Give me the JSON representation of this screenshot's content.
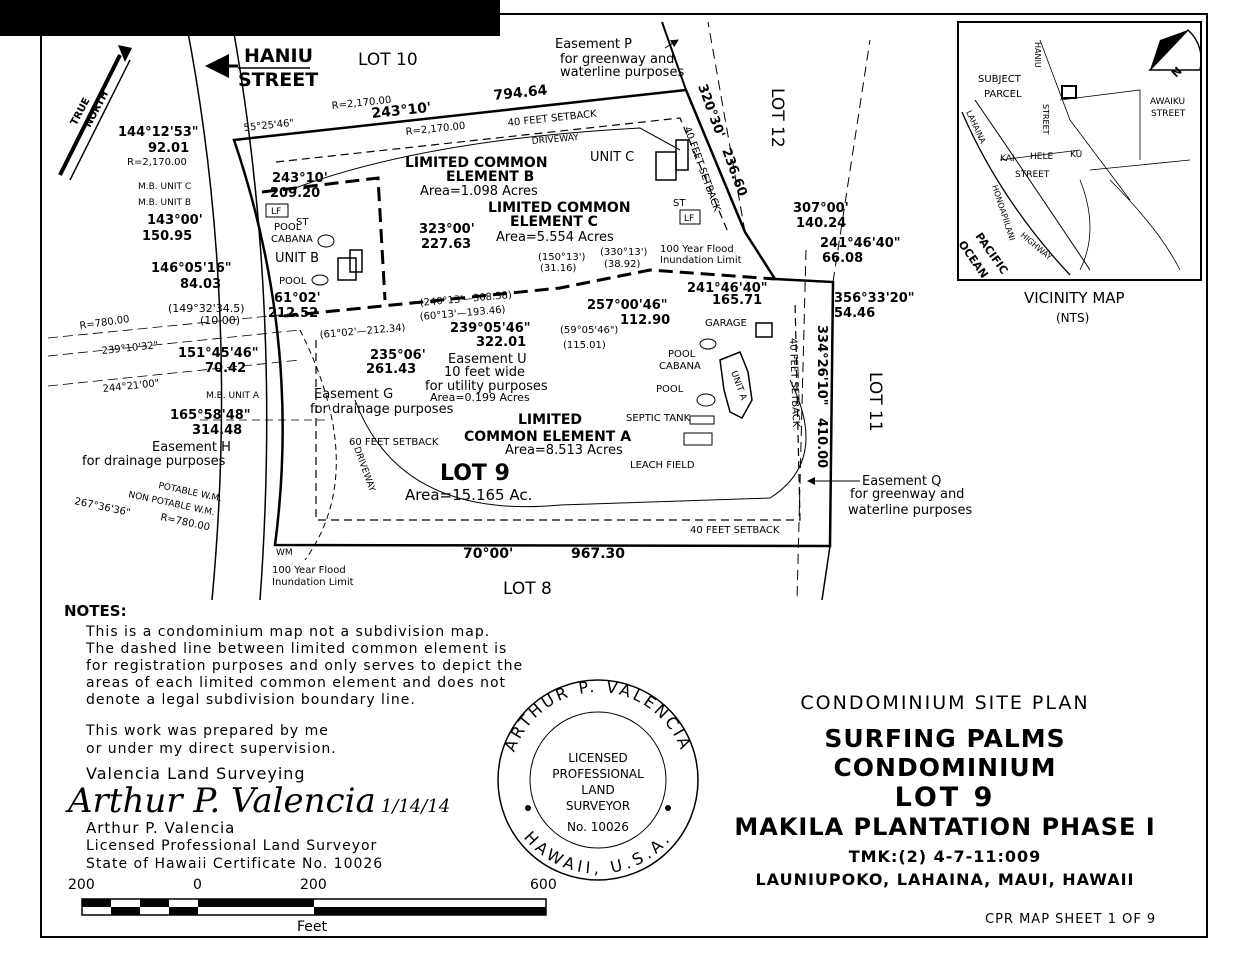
{
  "map": {
    "street": [
      "HANIU",
      "STREET"
    ],
    "north": [
      "TRUE",
      "NORTH"
    ],
    "lots": {
      "lot10": "LOT 10",
      "lot12": "LOT 12",
      "lot11": "LOT 11",
      "lot8": "LOT 8",
      "lot9": "LOT 9",
      "lot9_area": "Area=15.165 Ac."
    },
    "easement_p": [
      "Easement P",
      "for greenway and",
      "waterline purposes"
    ],
    "easement_q": [
      "Easement Q",
      "for greenway and",
      "waterline purposes"
    ],
    "easement_g": [
      "Easement G",
      "for drainage purposes"
    ],
    "easement_h": [
      "Easement H",
      "for drainage purposes"
    ],
    "easement_u": [
      "Easement U",
      "10 feet wide",
      "for utility purposes",
      "Area=0.199 Acres"
    ],
    "lce_a": [
      "LIMITED",
      "COMMON ELEMENT A",
      "Area=8.513 Acres"
    ],
    "lce_b": [
      "LIMITED COMMON",
      "ELEMENT B",
      "Area=1.098 Acres"
    ],
    "lce_c": [
      "LIMITED COMMON",
      "ELEMENT C",
      "Area=5.554 Acres"
    ],
    "flood_top": [
      "100 Year Flood",
      "Inundation Limit"
    ],
    "flood_bottom": [
      "100 Year Flood",
      "Inundation Limit"
    ],
    "labels": {
      "unit_a": "UNIT A",
      "unit_b": "UNIT B",
      "unit_c": "UNIT C",
      "pool_b": "POOL",
      "pool_cabana_b": [
        "POOL",
        "CABANA"
      ],
      "st_b": "ST",
      "lf_b": "LF",
      "st_c": "ST",
      "lf_c": "LF",
      "garage": "GARAGE",
      "pool_cabana_a": [
        "POOL",
        "CABANA"
      ],
      "pool_a": "POOL",
      "septic": "SEPTIC TANK",
      "leach": "LEACH FIELD",
      "driveway_top": "DRIVEWAY",
      "driveway_left": "DRIVEWAY",
      "setback_top": "40 FEET SETBACK",
      "setback_right_c": "40 FEET SETBACK",
      "setback_right_a": "40 FEET SETBACK",
      "setback_bottom": "40 FEET SETBACK",
      "setback_left": "60 FEET SETBACK",
      "mb_unit_c": "M.B. UNIT C",
      "mb_unit_b": "M.B. UNIT B",
      "mb_unit_a": "M.B. UNIT A",
      "potable": "POTABLE W.M.",
      "non_potable": "NON POTABLE W.M.",
      "wm": "WM"
    },
    "bearings": {
      "top_curve": "55°25'46\"",
      "top_r": "R=2,170.00",
      "top_bearing": "243°10'",
      "top_dist": "794.64",
      "inner_r": "R=2,170.00",
      "right_top_bearing": "320°30'",
      "right_top_dist": "236.60",
      "c1_b": "144°12'53\"",
      "c1_d": "92.01",
      "c1_r": "R=2,170.00",
      "b_top_b": "243°10'",
      "b_top_d": "209.20",
      "c2_b": "143°00'",
      "c2_d": "150.95",
      "b_mid_b": "323°00'",
      "b_mid_d": "227.63",
      "c3_b": "146°05'16\"",
      "c3_d": "84.03",
      "c4_b": "61°02'",
      "c4_d": "212.52",
      "r780_left": "R=780.00",
      "p1": "(149°32'34.5)",
      "p1d": "(10.00)",
      "b_239_10": "239°10'32\"",
      "d_61": "(61°02'—212.34)",
      "d_240": "(240°13'—308.38)",
      "d_60": "(60°13'—193.46)",
      "d_150": "(150°13')",
      "d_150d": "(31.16)",
      "d_330": "(330°13')",
      "d_330d": "(38.92)",
      "c5_b": "151°45'46\"",
      "c5_d": "70.42",
      "b_235_b": "235°06'",
      "b_235_d": "261.43",
      "b_239_b": "239°05'46\"",
      "b_239_d": "322.01",
      "d_59": "(59°05'46\")",
      "d_59d": "(115.01)",
      "b_257_b": "257°00'46\"",
      "b_257_d": "112.90",
      "b_241_b": "241°46'40\"",
      "b_241_d": "165.71",
      "b_244": "244°21'00\"",
      "c6_b": "165°58'48\"",
      "c6_d": "314.48",
      "b_307_b": "307°00'",
      "b_307_d": "140.24",
      "b_241r_b": "241°46'40\"",
      "b_241r_d": "66.08",
      "b_356_b": "356°33'20\"",
      "b_356_d": "54.46",
      "b_334_b": "334°26'10\"",
      "b_334_d": "410.00",
      "bot_b": "70°00'",
      "bot_d": "967.30",
      "b_267": "267°36'36\"",
      "r780_bottom": "R=780.00"
    }
  },
  "vicinity": {
    "title": "VICINITY MAP",
    "nts": "(NTS)",
    "labels": [
      "HANIU",
      "SUBJECT",
      "PARCEL",
      "STREET",
      "AWAIKU",
      "STREET",
      "KAI",
      "HELE",
      "KU",
      "STREET",
      "LAHAINA",
      "HONOAPIILANI",
      "HIGHWAY",
      "PACIFIC",
      "OCEAN",
      "N"
    ]
  },
  "notes": {
    "heading": "NOTES:",
    "lines": [
      "This is a condominium map not a subdivision map.",
      "The dashed line between limited common element is",
      "for registration purposes and only serves to depict the",
      "areas of each limited common element and does not",
      "denote a legal subdivision boundary line."
    ]
  },
  "certification": {
    "line1": "This work was prepared by me",
    "line2": "or under my direct supervision.",
    "firm": "Valencia Land Surveying",
    "signature": "Arthur P. Valencia",
    "date": "1/14/14",
    "name": "Arthur P. Valencia",
    "title": "Licensed Professional Land Surveyor",
    "cert": "State of Hawaii Certificate No. 10026"
  },
  "seal": {
    "top_arc": "ARTHUR P. VALENCIA",
    "bottom_arc": "HAWAII, U.S.A.",
    "inner": [
      "LICENSED",
      "PROFESSIONAL",
      "LAND",
      "SURVEYOR",
      "No. 10026"
    ]
  },
  "scale": {
    "ticks": [
      "200",
      "0",
      "200",
      "600"
    ],
    "unit": "Feet"
  },
  "title_block": {
    "line1": "CONDOMINIUM SITE PLAN",
    "line2": "SURFING PALMS CONDOMINIUM",
    "line3": "LOT 9",
    "line4": "MAKILA PLANTATION PHASE I",
    "line5": "TMK:(2) 4-7-11:009",
    "line6": "LAUNIUPOKO, LAHAINA, MAUI, HAWAII"
  },
  "sheet_no": "CPR MAP SHEET 1 OF 9"
}
